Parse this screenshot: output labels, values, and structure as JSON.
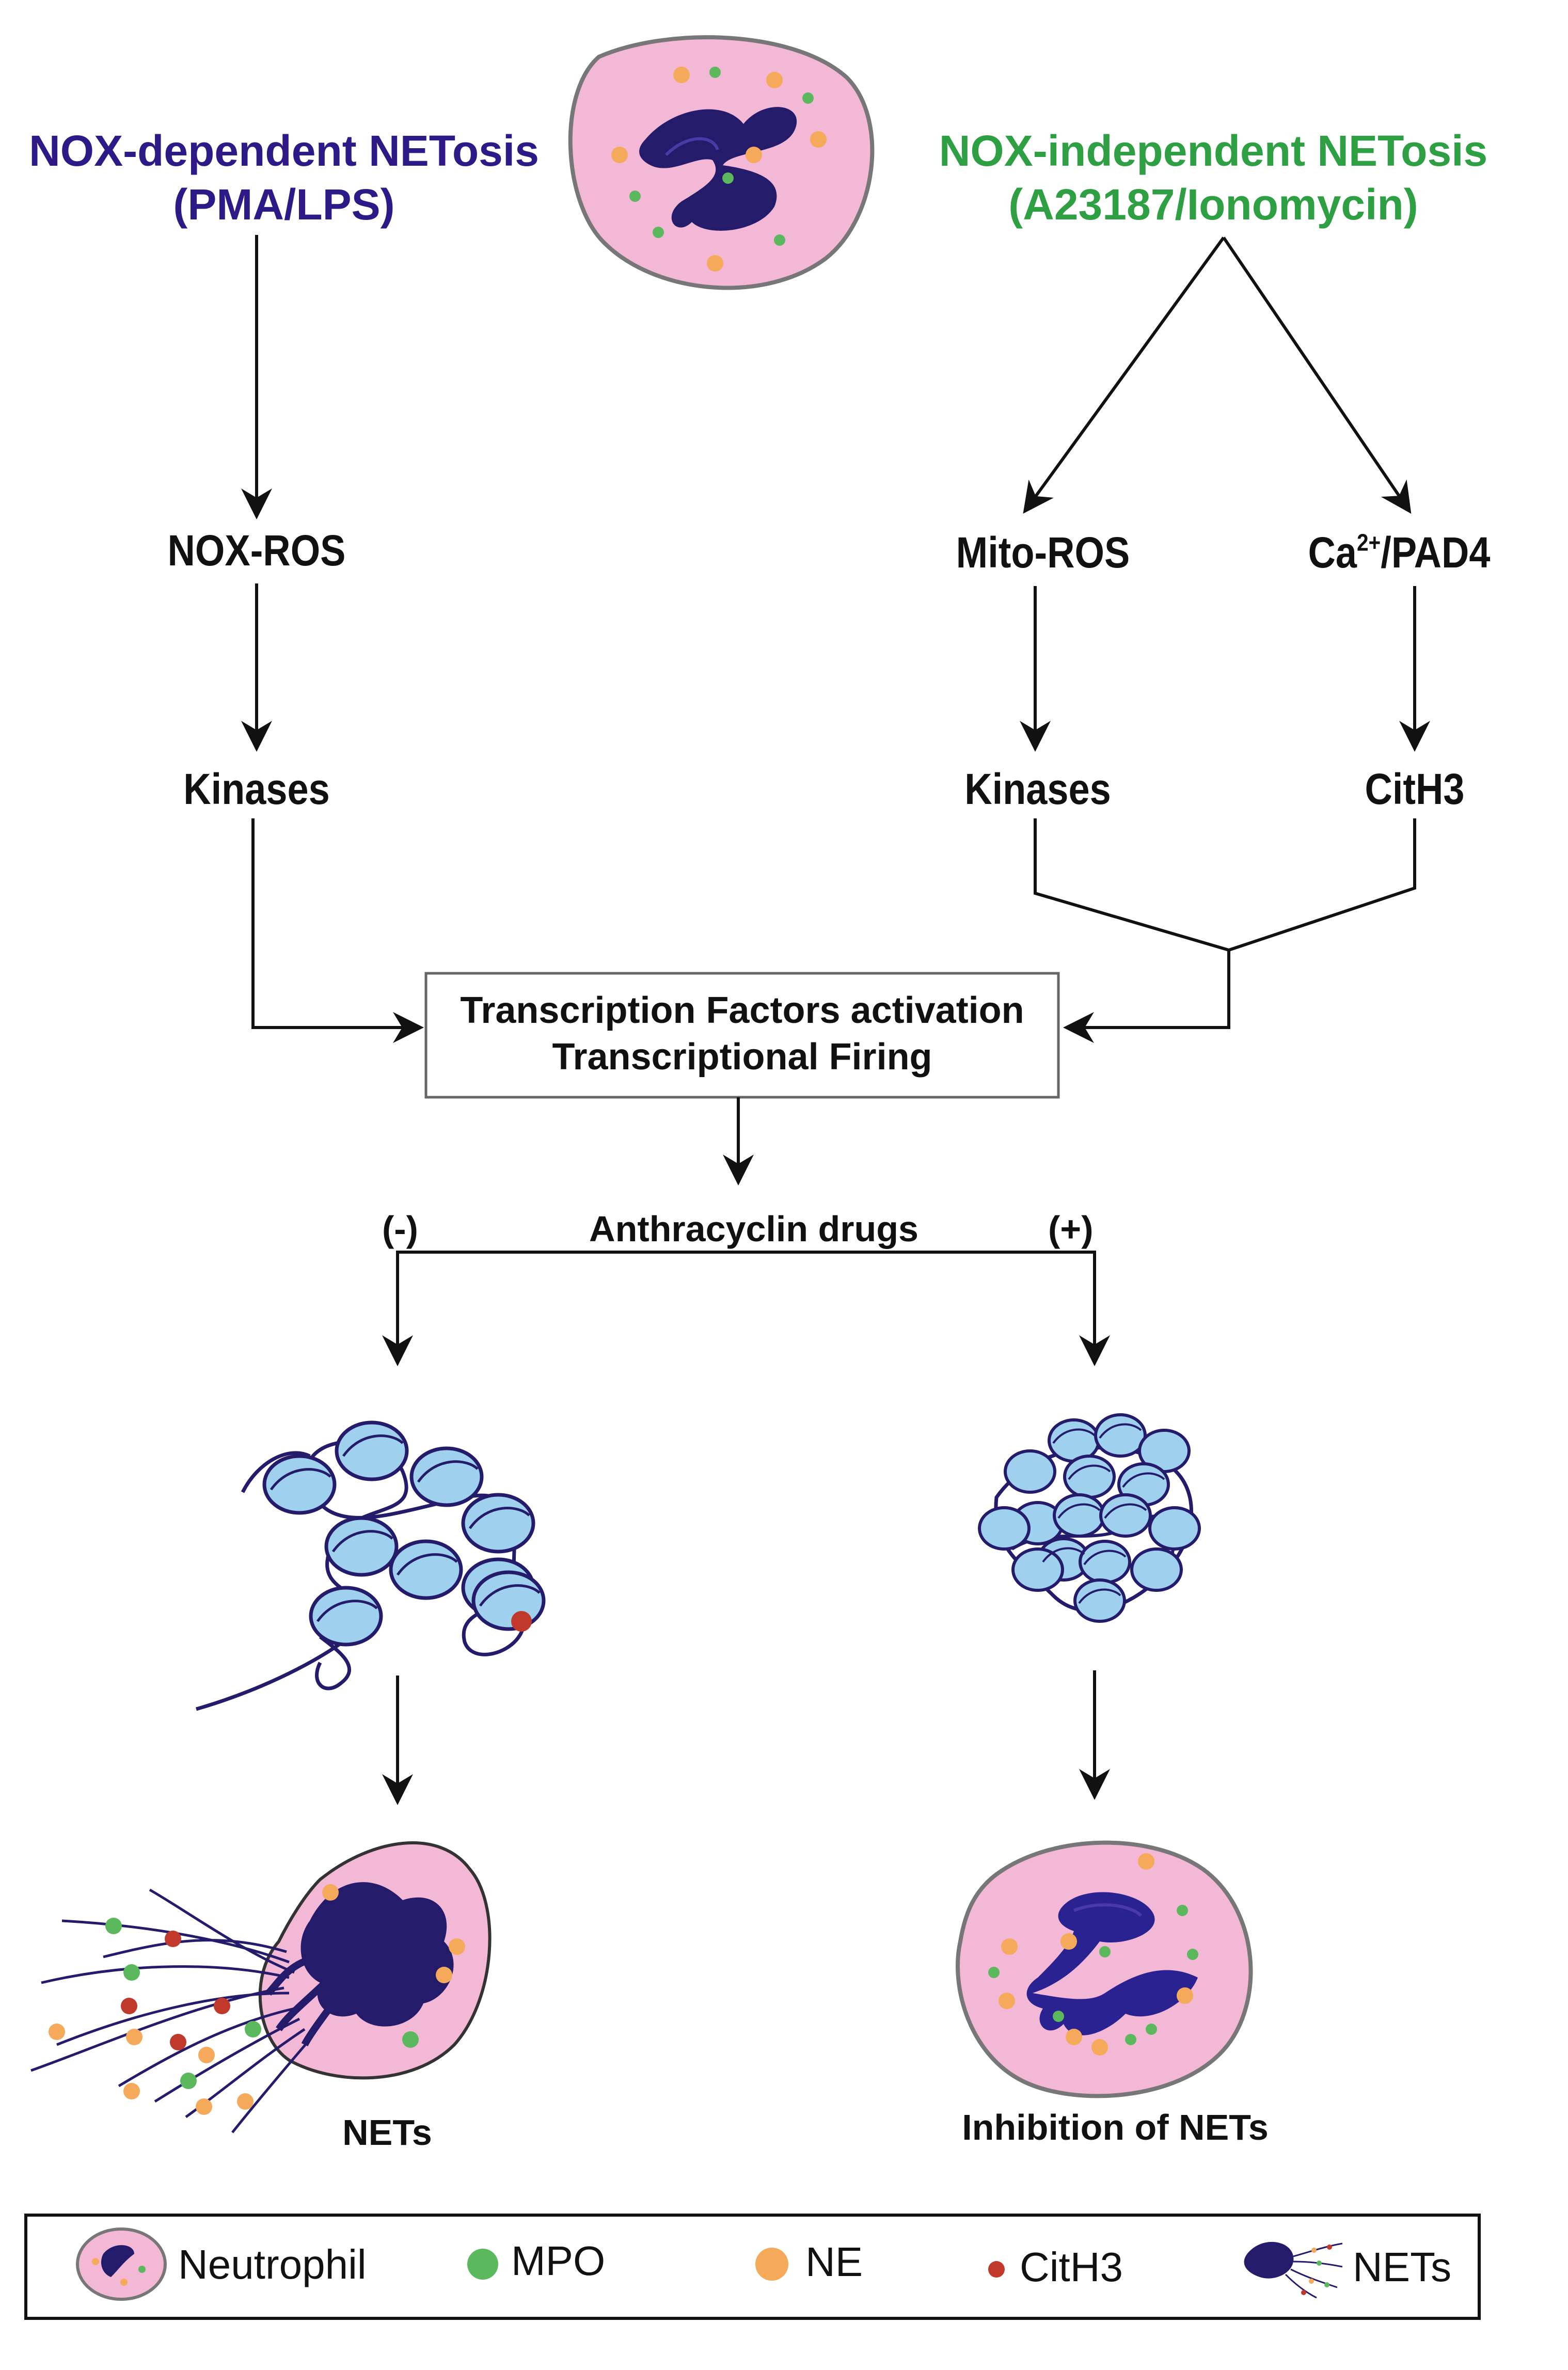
{
  "left_pathway": {
    "title_line1": "NOX-dependent NETosis",
    "title_line2": "(PMA/LPS)",
    "color": "#2e1a87"
  },
  "right_pathway": {
    "title_line1": "NOX-independent NETosis",
    "title_line2": "(A23187/Ionomycin)",
    "color": "#2ea043"
  },
  "nodes": {
    "nox_ros": "NOX-ROS",
    "kinases_left": "Kinases",
    "mito_ros": "Mito-ROS",
    "ca_base": "Ca",
    "ca_sup": "2+",
    "ca_rest": "/PAD4",
    "kinases_right": "Kinases",
    "cith3": "CitH3"
  },
  "box": {
    "line1": "Transcription Factors activation",
    "line2": "Transcriptional Firing"
  },
  "drugs": {
    "label": "Anthracyclin drugs",
    "minus": "(-)",
    "plus": "(+)"
  },
  "outcomes": {
    "left": "NETs",
    "right": "Inhibition of NETs"
  },
  "legend": {
    "neutrophil": "Neutrophil",
    "mpo": "MPO",
    "ne": "NE",
    "cith3": "CitH3",
    "nets": "NETs"
  },
  "colors": {
    "cell_fill": "#f2b8d6",
    "nucleus": "#241b6b",
    "histone": "#9fd0ee",
    "mpo": "#5cb85c",
    "ne": "#f5a95a",
    "cith3": "#c0392b"
  }
}
